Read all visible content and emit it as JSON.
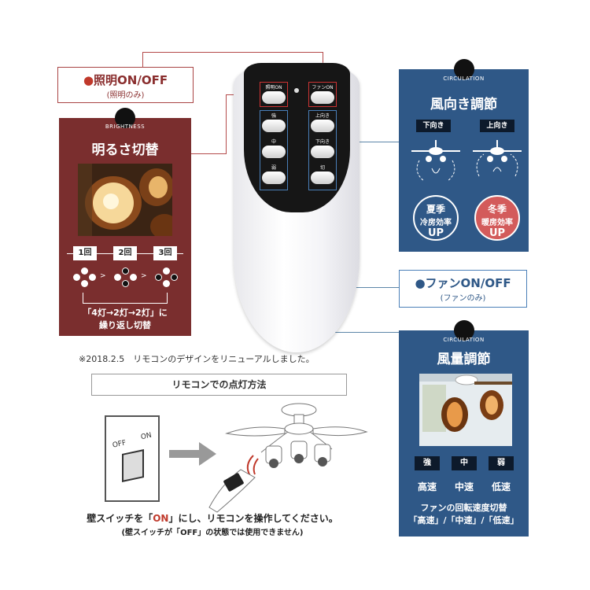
{
  "light_onoff": {
    "title": "照明ON/OFF",
    "bullet": "●",
    "sub": "(照明のみ)"
  },
  "brightness": {
    "caption": "BRIGHTNESS",
    "title": "明るさ切替",
    "steps": [
      "1回",
      "2回",
      "3回"
    ],
    "arrow": ">",
    "note_line1": "「4灯→2灯→2灯」に",
    "note_line2": "繰り返し切替"
  },
  "remote": {
    "left_labels": [
      "照明ON",
      "強",
      "中",
      "弱"
    ],
    "right_labels": [
      "ファンON",
      "上向き",
      "下向き",
      "切"
    ]
  },
  "circulation_direction": {
    "caption": "CIRCULATION",
    "title": "風向き調節",
    "down_label": "下向き",
    "up_label": "上向き",
    "summer": {
      "a": "夏季",
      "b": "冷房効率",
      "c": "UP"
    },
    "winter": {
      "a": "冬季",
      "b": "暖房効率",
      "c": "UP"
    },
    "summer_color": "#2f5887",
    "winter_color": "#d35b5b"
  },
  "fan_onoff": {
    "bullet": "●",
    "title": "ファンON/OFF",
    "sub": "(ファンのみ)"
  },
  "circulation_volume": {
    "caption": "CIRCULATION",
    "title": "風量調節",
    "tags": [
      "強",
      "中",
      "弱"
    ],
    "speeds": [
      "高速",
      "中速",
      "低速"
    ],
    "note_line1": "ファンの回転速度切替",
    "note_line2": "「高速」/「中速」/「低速」"
  },
  "renewal_note": "※2018.2.5　リモコンのデザインをリニューアルしました。",
  "howto": {
    "title": "リモコンでの点灯方法",
    "switch_off": "OFF",
    "switch_on": "ON",
    "instr_a": "壁スイッチを「",
    "instr_on": "ON",
    "instr_b": "」にし、リモコンを操作してください。",
    "instr2_a": "(壁スイッチが「",
    "instr2_off": "OFF",
    "instr2_b": "」の状態では使用できません)"
  },
  "colors": {
    "brown": "#7a2e2e",
    "blue": "#2f5887",
    "red": "#c0392b"
  }
}
